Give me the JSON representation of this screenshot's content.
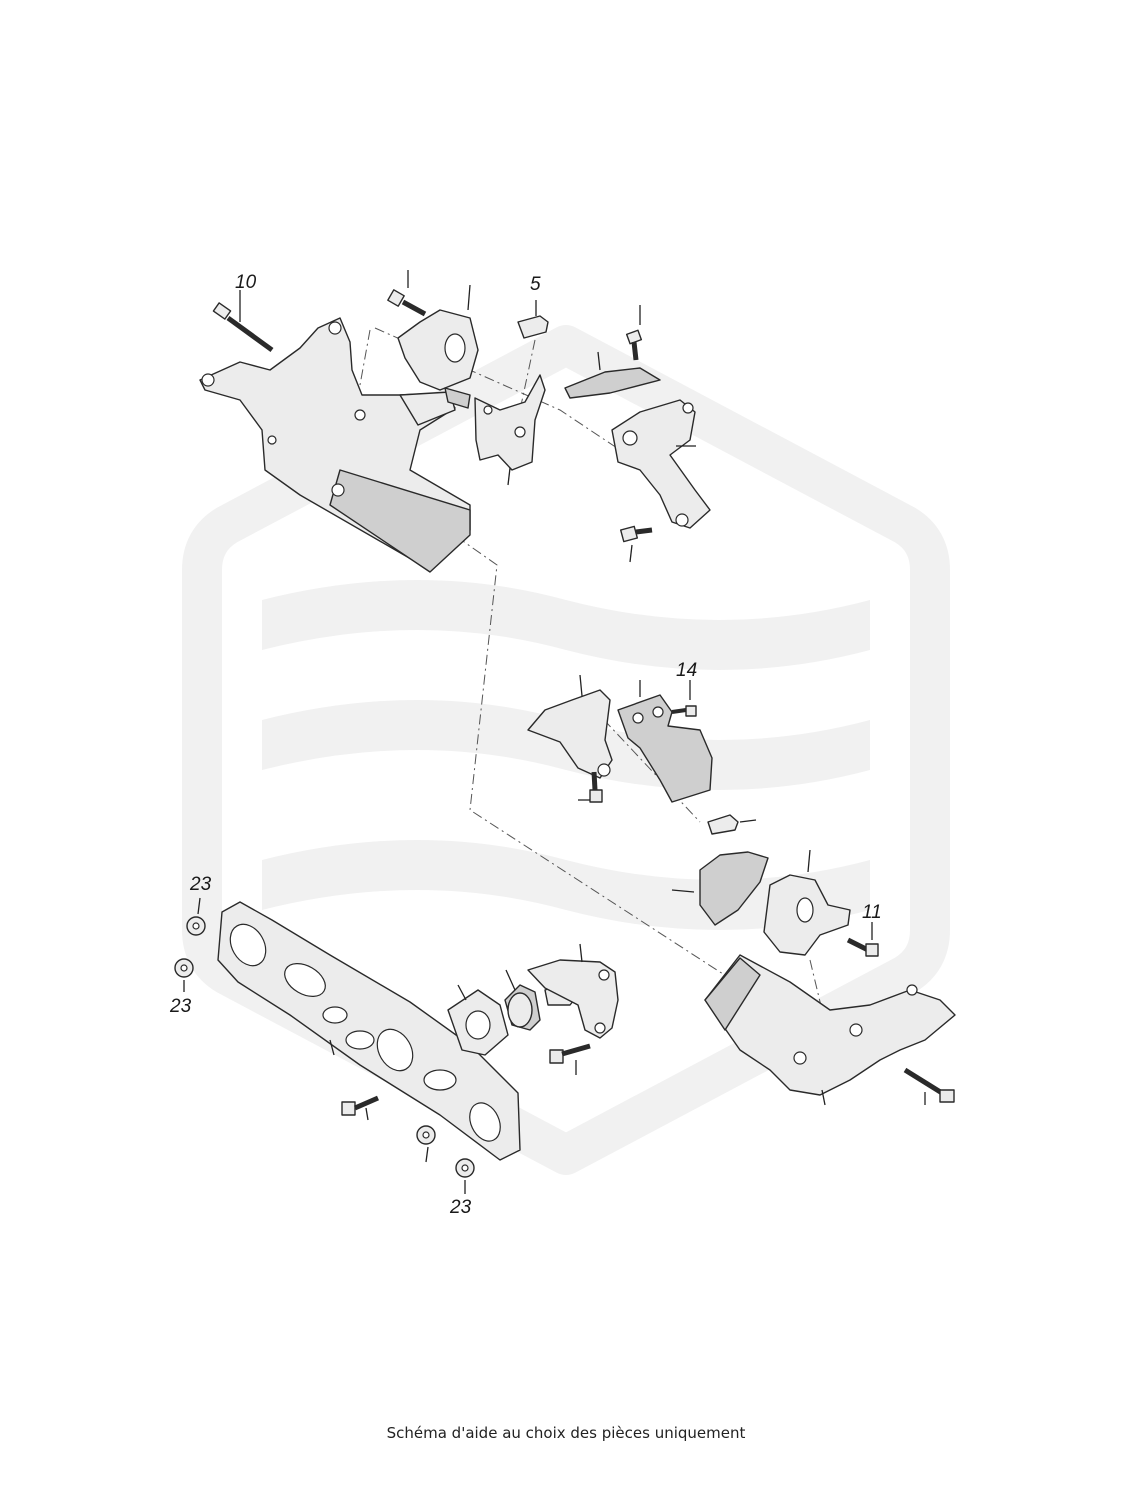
{
  "diagram": {
    "callouts": {
      "c10": "10",
      "c5": "5",
      "c14": "14",
      "c11": "11",
      "c23a": "23",
      "c23b": "23",
      "c23c": "23"
    }
  },
  "footer": {
    "caption": "Schéma d'aide au choix des pièces uniquement"
  },
  "colors": {
    "stroke": "#2a2a2a",
    "part_fill": "#ececec",
    "watermark": "#f1f1f1"
  }
}
